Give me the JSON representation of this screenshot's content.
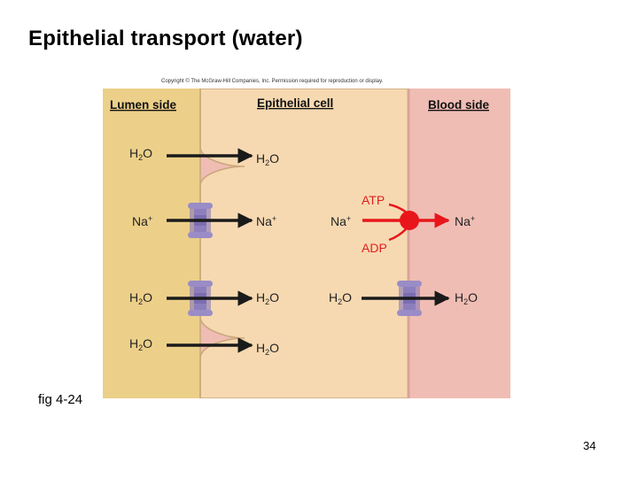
{
  "slide": {
    "title": "Epithelial transport (water)",
    "caption": "fig 4-24",
    "page_number": "34"
  },
  "figure": {
    "copyright": "Copyright © The McGraw-Hill Companies, Inc. Permission required for reproduction or display.",
    "headers": {
      "lumen": "Lumen side",
      "cell": "Epithelial cell",
      "blood": "Blood side"
    },
    "water": "H2O",
    "sodium": "Na+",
    "atp": "ATP",
    "adp": "ADP"
  },
  "colors": {
    "lumen": "#ecd089",
    "cell": "#f6d9b1",
    "blood": "#efbdb4",
    "membrane_edge": "#c9a77a",
    "channel": "#9a8cc6",
    "channel_dark": "#6f5fa8",
    "arrow": "#1a1a1a",
    "pump": "#e8161b"
  }
}
